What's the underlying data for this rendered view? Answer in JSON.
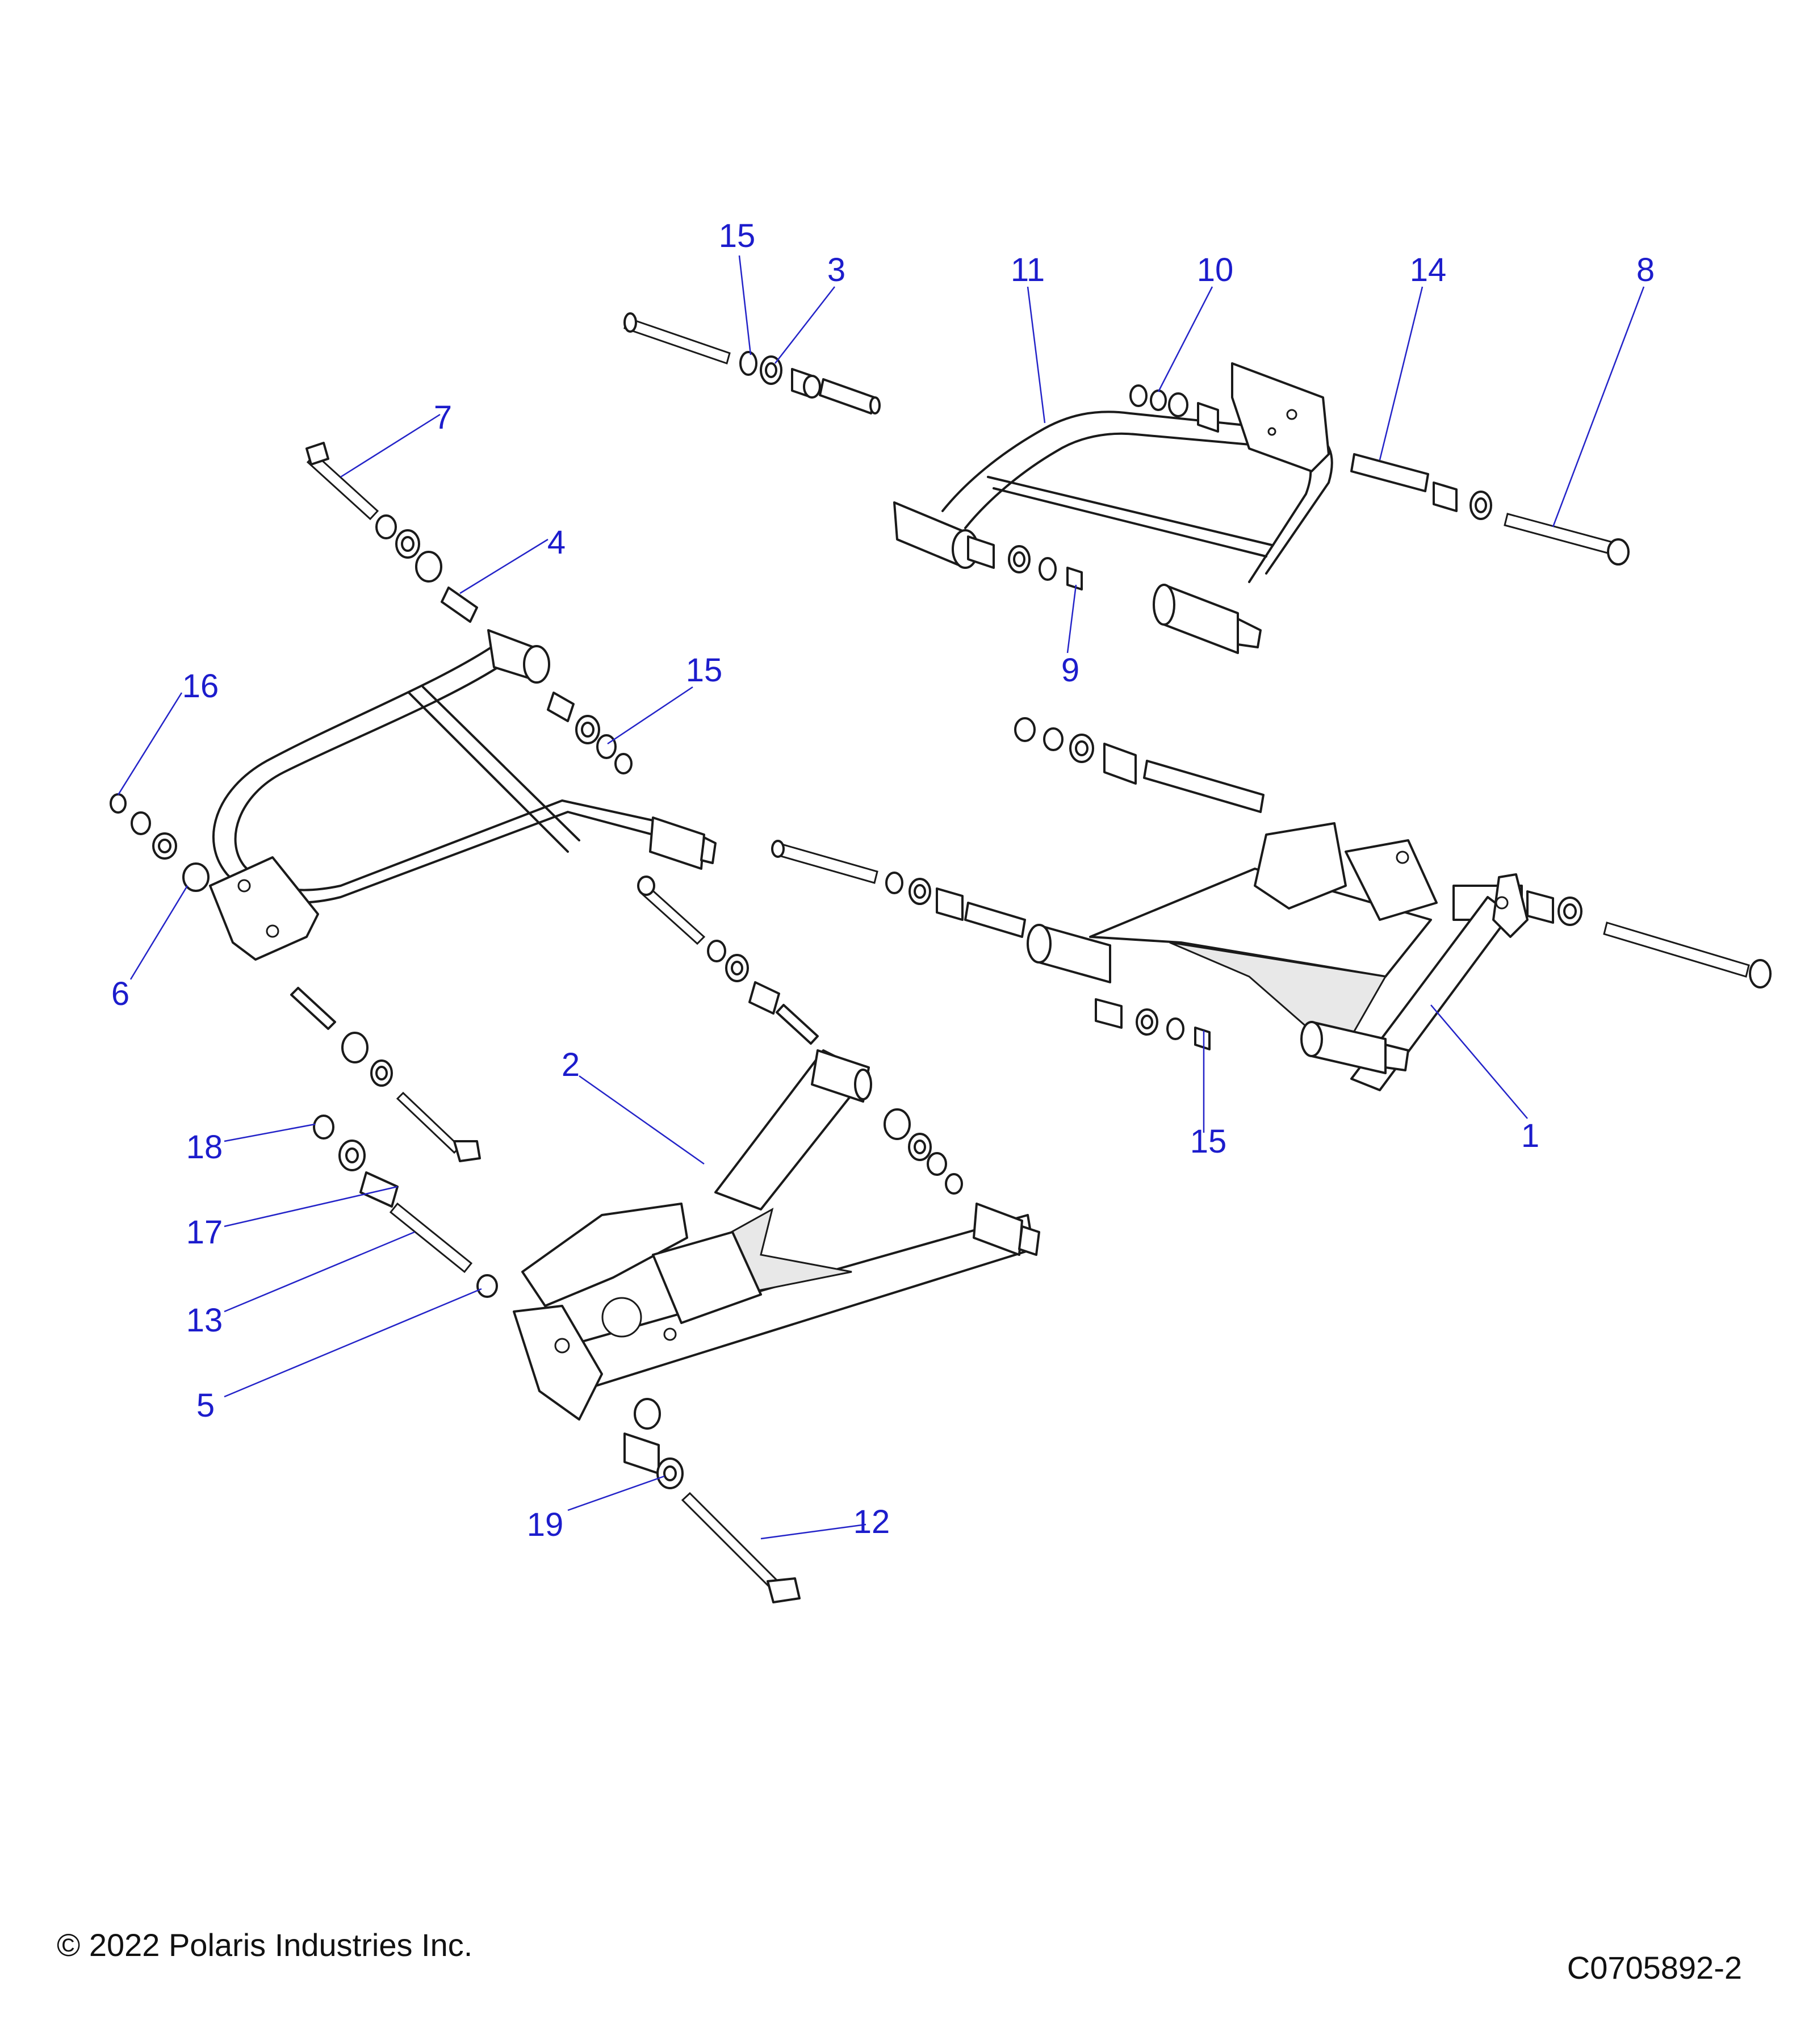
{
  "callouts": {
    "c1": "1",
    "c2": "2",
    "c3": "3",
    "c4": "4",
    "c5": "5",
    "c6": "6",
    "c7": "7",
    "c8": "8",
    "c9": "9",
    "c10": "10",
    "c11": "11",
    "c12": "12",
    "c13": "13",
    "c14": "14",
    "c15a": "15",
    "c15b": "15",
    "c15c": "15",
    "c16": "16",
    "c17": "17",
    "c18": "18",
    "c19": "19"
  },
  "footer": {
    "copyright": "© 2022 Polaris Industries Inc.",
    "drawing_number": "C0705892-2"
  },
  "colors": {
    "callout": "#1c1ccc",
    "line_art": "#1a1a1a"
  }
}
